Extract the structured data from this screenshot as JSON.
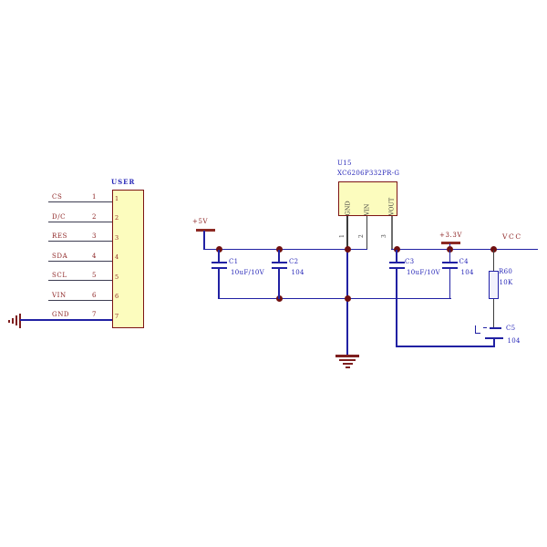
{
  "connector": {
    "title": "USER",
    "pins": [
      {
        "label": "CS",
        "number": "1"
      },
      {
        "label": "D/C",
        "number": "2"
      },
      {
        "label": "RES",
        "number": "3"
      },
      {
        "label": "SDA",
        "number": "4"
      },
      {
        "label": "SCL",
        "number": "5"
      },
      {
        "label": "VIN",
        "number": "6"
      },
      {
        "label": "GND",
        "number": "7"
      }
    ]
  },
  "regulator": {
    "designator": "U15",
    "part": "XC6206P332PR-G",
    "pin_names": [
      "GND",
      "VIN",
      "VOUT"
    ],
    "pin_numbers": [
      "1",
      "2",
      "3"
    ]
  },
  "nets": {
    "v5": "+5V",
    "v33": "+3.3V",
    "vcc": "VCC"
  },
  "parts": {
    "c1": {
      "ref": "C1",
      "val": "10uF/10V"
    },
    "c2": {
      "ref": "C2",
      "val": "104"
    },
    "c3": {
      "ref": "C3",
      "val": "10uF/10V"
    },
    "c4": {
      "ref": "C4",
      "val": "104"
    },
    "c5": {
      "ref": "C5",
      "val": "104"
    },
    "r60": {
      "ref": "R60",
      "val": "10K"
    }
  },
  "icons": {
    "chassis_ground": "earth-ground-left",
    "power_ground": "power-ground-bars",
    "power_bar_5v": "vcc-bar",
    "power_bar_3v3": "vcc-bar",
    "junction": "junction-dot"
  },
  "colors": {
    "wire": "#2121a3",
    "label_blue": "#2626b8",
    "net_red": "#8d2424",
    "junction": "#701010",
    "component_fill": "#fcfcbe",
    "component_border": "#7d1414",
    "power_symbol": "#8d2a24"
  }
}
